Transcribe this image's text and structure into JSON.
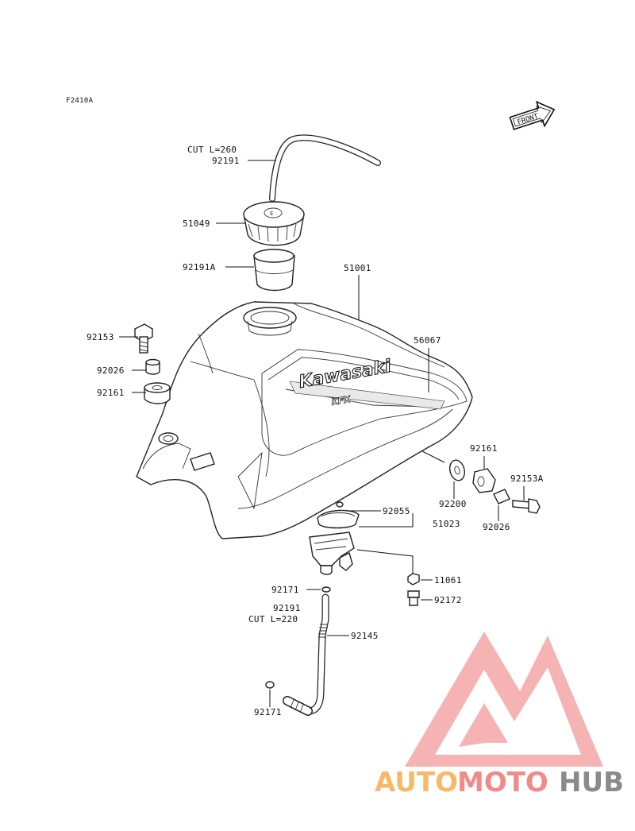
{
  "figure_code": "F2410A",
  "front_badge": "FRONT",
  "tank_brand": "Kawasaki",
  "tank_model": "KFX",
  "callouts": {
    "cut_260": "CUT L=260",
    "p92191": "92191",
    "p51049": "51049",
    "p92191A": "92191A",
    "p51001": "51001",
    "p92153": "92153",
    "p56067": "56067",
    "p92026_left": "92026",
    "p92161_left": "92161",
    "p92161_right": "92161",
    "p92153A": "92153A",
    "p92200": "92200",
    "p92026_right": "92026",
    "p92055": "92055",
    "p51023": "51023",
    "p11061": "11061",
    "p92171_top": "92171",
    "p92172": "92172",
    "p92191_low": "92191",
    "cut_220": "CUT L=220",
    "p92145": "92145",
    "p92171_bottom": "92171"
  },
  "watermark": {
    "auto": "AUTO",
    "moto": "MOTO",
    "hub": "HUB",
    "colors": {
      "auto": "#f7b86a",
      "moto": "#f28a8a",
      "hub": "#8a8a8a",
      "logo": "#f4a6a6"
    }
  }
}
